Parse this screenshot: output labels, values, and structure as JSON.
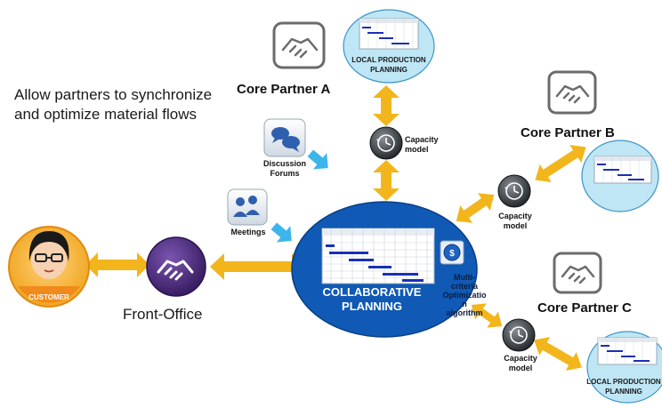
{
  "tagline": "Allow partners to synchronize\nand optimize material flows",
  "partners": {
    "a": "Core Partner A",
    "b": "Core Partner B",
    "c": "Core Partner C"
  },
  "capacity_label": "Capacity\nmodel",
  "local_planning_label": "LOCAL PRODUCTION\nPLANNING",
  "local_planning_label_c": "LOCAL PRODUCTION\nPLANNING",
  "discussion_label": "Discussion\nForums",
  "meetings_label": "Meetings",
  "front_office_label": "Front-Office",
  "collab_label": "COLLABORATIVE\nPLANNING",
  "algo_label": "Multi-\ncriteria\nOptimizatio\nn\nalgorithm",
  "customer_label": "CUSTOMER",
  "colors": {
    "arrow": "#f2b51c",
    "collab_fill": "#1059b4",
    "bubble_fill": "#bfe6f4",
    "bubble_stroke": "#3d95c8",
    "front_office": "#4a2a78",
    "pointer": "#3cb6ea"
  }
}
